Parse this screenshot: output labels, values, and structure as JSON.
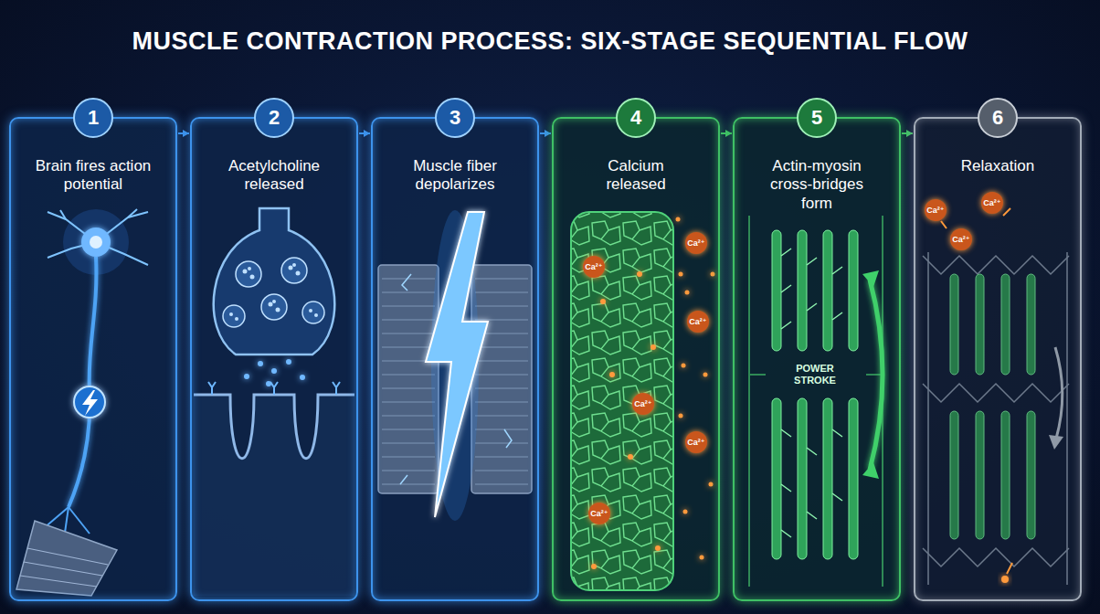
{
  "diagram": {
    "title": "MUSCLE CONTRACTION PROCESS: SIX-STAGE SEQUENTIAL FLOW",
    "nodes": [
      {
        "text": [
          "1",
          "Brain fires action potential"
        ]
      },
      {
        "text": [
          "2",
          "Acetylcholine released"
        ]
      },
      {
        "text": [
          "3",
          "Muscle fiber depolarizes"
        ]
      },
      {
        "text": [
          "4",
          "Calcium released"
        ]
      },
      {
        "text": [
          "5",
          "Actin-myosin cross-bridges form"
        ]
      },
      {
        "text": [
          "6",
          "Relaxation"
        ]
      }
    ],
    "edges": [
      {
        "from": 0,
        "to": 1,
        "arrow": "to"
      },
      {
        "from": 1,
        "to": 2,
        "arrow": "to"
      },
      {
        "from": 2,
        "to": 3,
        "arrow": "to"
      },
      {
        "from": 3,
        "to": 4,
        "arrow": "to"
      },
      {
        "from": 4,
        "to": 5,
        "arrow": "to"
      }
    ],
    "labels": [
      "Ca²⁺",
      "Ca²⁺",
      "Ca²⁺",
      "Ca²⁺",
      "Ca²⁺",
      "Ca²⁺",
      "POWER STROKE",
      "Ca²⁺",
      "Ca²⁺",
      "Ca²⁺"
    ]
  }
}
